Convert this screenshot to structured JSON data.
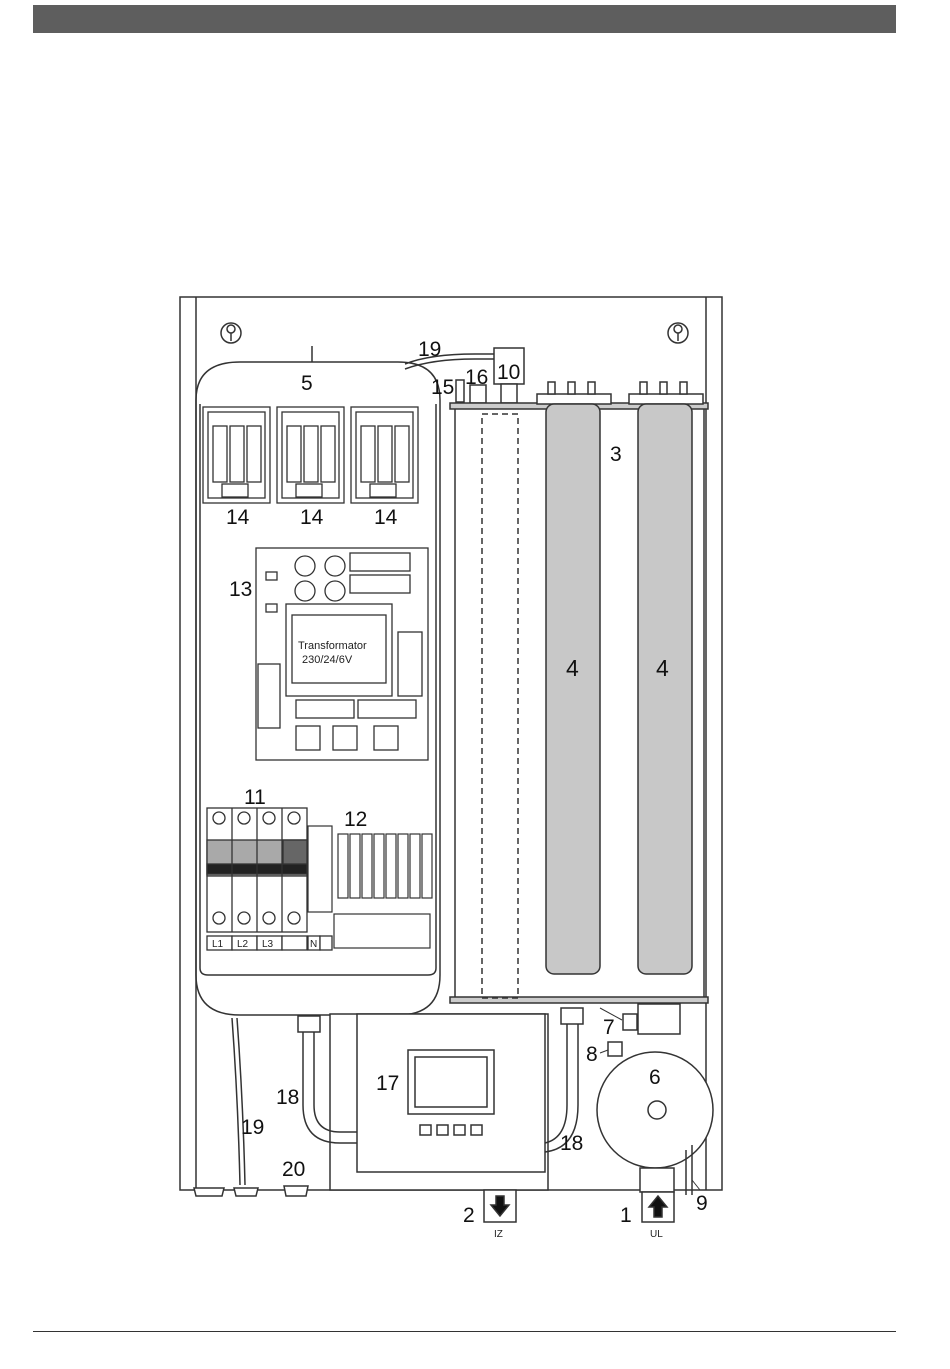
{
  "colors": {
    "header_bar": "#5e5e5e",
    "heater_fill": "#c8c8c8",
    "breaker_band": "#a9a9a9"
  },
  "diagram": {
    "callouts": {
      "c1": "1",
      "c2": "2",
      "c3": "3",
      "c4a": "4",
      "c4b": "4",
      "c5": "5",
      "c6": "6",
      "c7": "7",
      "c8": "8",
      "c9": "9",
      "c10": "10",
      "c11": "11",
      "c12": "12",
      "c13": "13",
      "c14a": "14",
      "c14b": "14",
      "c14c": "14",
      "c15": "15",
      "c16": "16",
      "c17": "17",
      "c18a": "18",
      "c18b": "18",
      "c19a": "19",
      "c19b": "19",
      "c20": "20"
    },
    "transformer": {
      "line1": "Transformator",
      "line2": "230/24/6V"
    },
    "terminal_labels": {
      "l1": "L1",
      "l2": "L2",
      "l3": "L3",
      "n": "N"
    },
    "flow_labels": {
      "outlet": "IZ",
      "inlet": "UL"
    }
  }
}
